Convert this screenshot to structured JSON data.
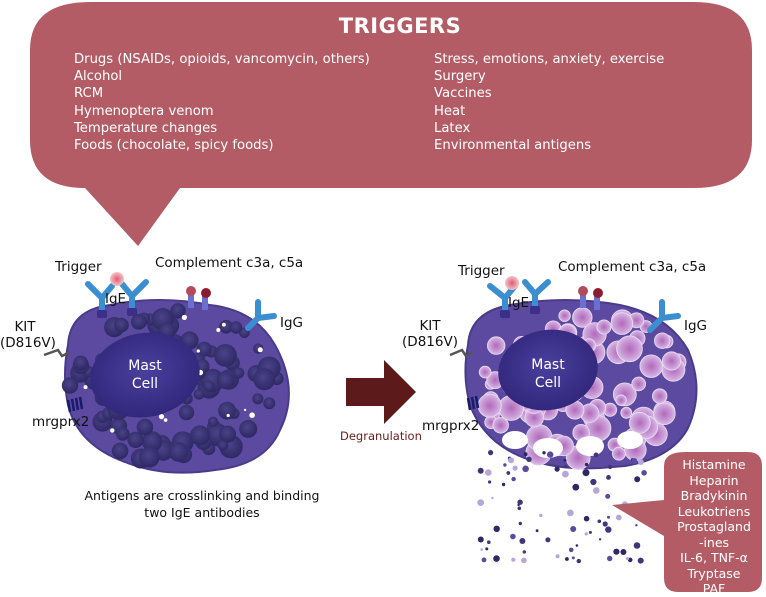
{
  "triggers": {
    "title": "TRIGGERS",
    "left": [
      "Drugs (NSAIDs, opioids, vancomycin, others)",
      "Alcohol",
      "RCM",
      "Hymenoptera venom",
      "Temperature changes",
      "Foods (chocolate, spicy foods)"
    ],
    "right": [
      "Stress, emotions, anxiety, exercise",
      "Surgery",
      "Vaccines",
      "Heat",
      "Latex",
      "Environmental antigens"
    ]
  },
  "left_cell": {
    "trigger": "Trigger",
    "complement": "Complement c3a, c5a",
    "ige": "IgE",
    "igg": "IgG",
    "kit_line1": "KIT",
    "kit_line2": "(D816V)",
    "mrgprx2": "mrgprx2",
    "cell_line1": "Mast",
    "cell_line2": "Cell"
  },
  "right_cell": {
    "trigger": "Trigger",
    "complement": "Complement c3a, c5a",
    "ige": "IgE",
    "igg": "IgG",
    "kit_line1": "KIT",
    "kit_line2": "(D816V)",
    "mrgprx2": "mrgprx2",
    "cell_line1": "Mast",
    "cell_line2": "Cell"
  },
  "arrow_label": "Degranulation",
  "caption": {
    "line1": "Antigens are crosslinking and binding",
    "line2": "two IgE antibodies"
  },
  "mediators": [
    "Histamine",
    "Heparin",
    "Bradykinin",
    "Leukotriens",
    "Prostagland",
    "-ines",
    "IL-6, TNF-α",
    "Tryptase",
    "PAF"
  ],
  "colors": {
    "bubble": "#b35c66",
    "cell_body": "#5b4aa0",
    "nucleus": "#3a2f8c",
    "granule_dark": "#3d3678",
    "granule_pink": "#c79ad1",
    "receptor_blue": "#3b8fd0",
    "arrow": "#5c1a1a"
  }
}
